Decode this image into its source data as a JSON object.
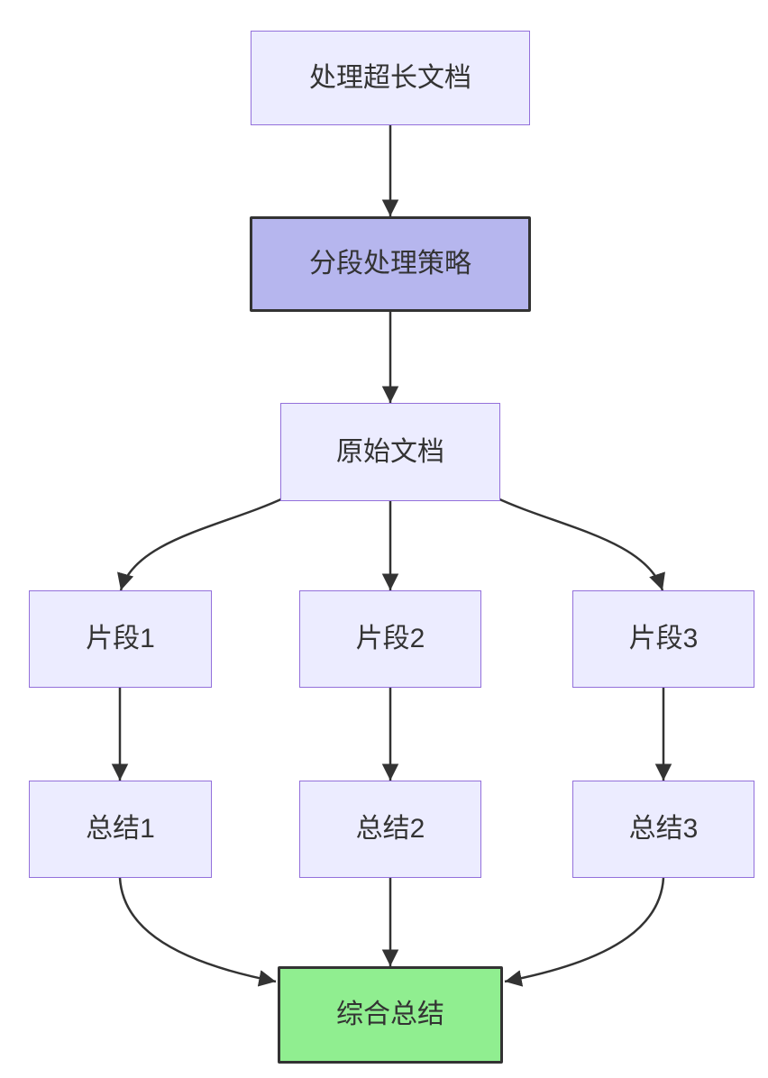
{
  "diagram": {
    "type": "flowchart",
    "direction": "top-down",
    "colors": {
      "bg": "#ffffff",
      "node_fill": "#ECECFF",
      "node_border": "#9370DB",
      "strategy_fill": "#B6B6EE",
      "final_fill": "#90EE90",
      "dark_border": "#333333",
      "edge": "#333333",
      "text": "#333333"
    },
    "nodes": [
      {
        "id": "process_long_doc",
        "label": "处理超长文档",
        "style": "default"
      },
      {
        "id": "strategy",
        "label": "分段处理策略",
        "style": "emphasis"
      },
      {
        "id": "original_doc",
        "label": "原始文档",
        "style": "default"
      },
      {
        "id": "fragment_1",
        "label": "片段1",
        "style": "default"
      },
      {
        "id": "fragment_2",
        "label": "片段2",
        "style": "default"
      },
      {
        "id": "fragment_3",
        "label": "片段3",
        "style": "default"
      },
      {
        "id": "summary_1",
        "label": "总结1",
        "style": "default"
      },
      {
        "id": "summary_2",
        "label": "总结2",
        "style": "default"
      },
      {
        "id": "summary_3",
        "label": "总结3",
        "style": "default"
      },
      {
        "id": "final_summary",
        "label": "综合总结",
        "style": "final"
      }
    ],
    "edges": [
      {
        "from": "process_long_doc",
        "to": "strategy"
      },
      {
        "from": "strategy",
        "to": "original_doc"
      },
      {
        "from": "original_doc",
        "to": "fragment_1"
      },
      {
        "from": "original_doc",
        "to": "fragment_2"
      },
      {
        "from": "original_doc",
        "to": "fragment_3"
      },
      {
        "from": "fragment_1",
        "to": "summary_1"
      },
      {
        "from": "fragment_2",
        "to": "summary_2"
      },
      {
        "from": "fragment_3",
        "to": "summary_3"
      },
      {
        "from": "summary_1",
        "to": "final_summary"
      },
      {
        "from": "summary_2",
        "to": "final_summary"
      },
      {
        "from": "summary_3",
        "to": "final_summary"
      }
    ]
  }
}
